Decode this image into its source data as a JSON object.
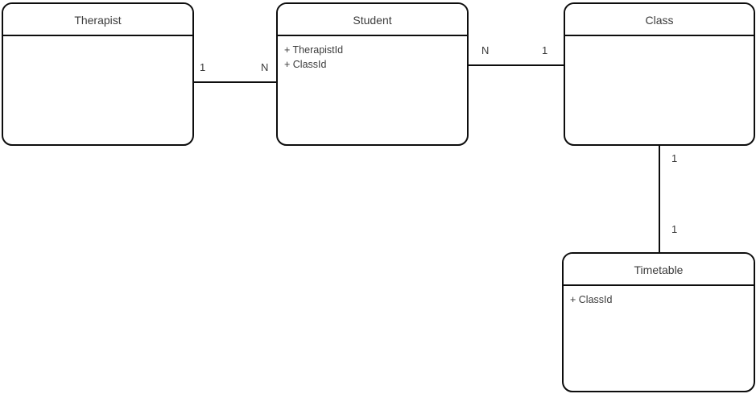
{
  "diagram": {
    "type": "uml-class-diagram",
    "background_color": "#ffffff",
    "line_color": "#0d0d0d",
    "text_color": "#3b3b3b",
    "classes": [
      {
        "id": "therapist",
        "name": "Therapist",
        "attributes": []
      },
      {
        "id": "student",
        "name": "Student",
        "attributes": [
          "+ TherapistId",
          "+ ClassId"
        ]
      },
      {
        "id": "class",
        "name": "Class",
        "attributes": []
      },
      {
        "id": "timetable",
        "name": "Timetable",
        "attributes": [
          "+ ClassId"
        ]
      }
    ],
    "associations": [
      {
        "id": "therapist-student",
        "from": "Therapist",
        "to": "Student",
        "from_multiplicity": "1",
        "to_multiplicity": "N",
        "orientation": "horizontal"
      },
      {
        "id": "student-class",
        "from": "Student",
        "to": "Class",
        "from_multiplicity": "N",
        "to_multiplicity": "1",
        "orientation": "horizontal"
      },
      {
        "id": "class-timetable",
        "from": "Class",
        "to": "Timetable",
        "from_multiplicity": "1",
        "to_multiplicity": "1",
        "orientation": "vertical"
      }
    ]
  }
}
